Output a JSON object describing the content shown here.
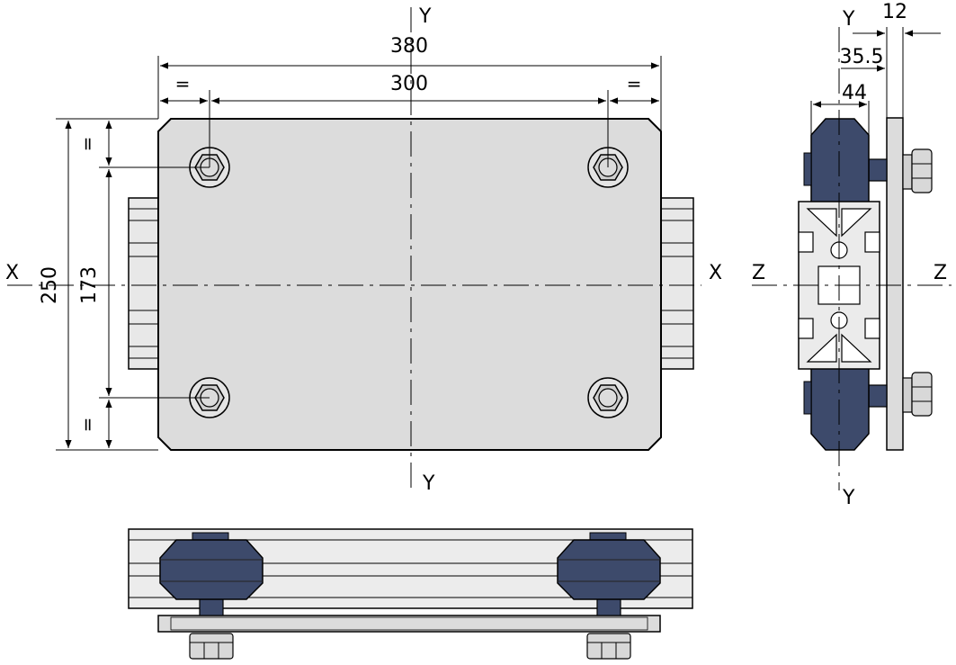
{
  "dimensions": {
    "overall_width": "380",
    "hole_spacing_x": "300",
    "equal_left": "=",
    "equal_right": "=",
    "overall_height": "250",
    "hole_spacing_y": "173",
    "equal_top": "=",
    "equal_bottom": "=",
    "side_total": "12",
    "side_mid": "35.5",
    "side_width": "44"
  },
  "axes": {
    "y_top": "Y",
    "y_bottom": "Y",
    "x_left": "X",
    "x_right": "X",
    "z_left": "Z",
    "z_right": "Z",
    "side_y_top": "Y",
    "side_y_bottom": "Y"
  },
  "colors": {
    "plate": "#dcdcdc",
    "rubber": "#3d4a6b",
    "profile": "#e6e6e6",
    "line": "#000000"
  }
}
